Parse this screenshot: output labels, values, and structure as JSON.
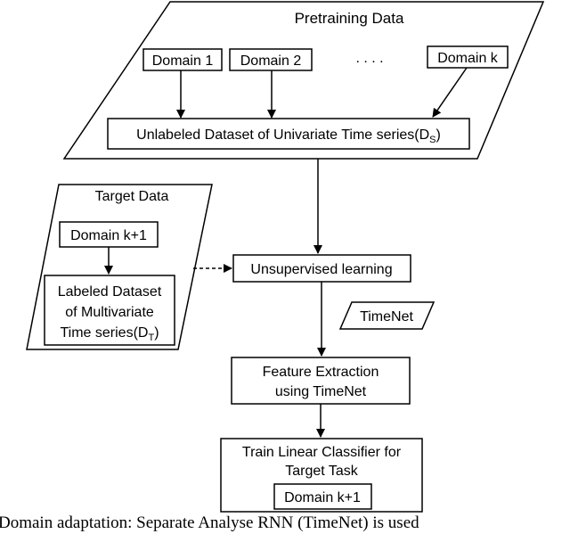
{
  "pretraining": {
    "title": "Pretraining Data",
    "domains": [
      "Domain 1",
      "Domain 2",
      "Domain k"
    ],
    "ellipsis": ". . . .",
    "unlabeled_dataset": {
      "text": "Unlabeled Dataset of Univariate Time series(D",
      "sub": "S",
      "close": ")"
    }
  },
  "target": {
    "title": "Target Data",
    "domain": "Domain k+1",
    "labeled_dataset": {
      "line1": "Labeled Dataset",
      "line2": "of Multivariate",
      "line3": "Time series(D",
      "sub": "T",
      "close": ")"
    }
  },
  "flow": {
    "unsupervised": "Unsupervised learning",
    "timenet": "TimeNet",
    "feature_line1": "Feature Extraction",
    "feature_line2": "using TimeNet",
    "train_line1": "Train Linear Classifier for",
    "train_line2": "Target Task",
    "train_domain": "Domain k+1"
  },
  "caption": "Domain adaptation: Separate Analyse RNN (TimeNet) is used"
}
